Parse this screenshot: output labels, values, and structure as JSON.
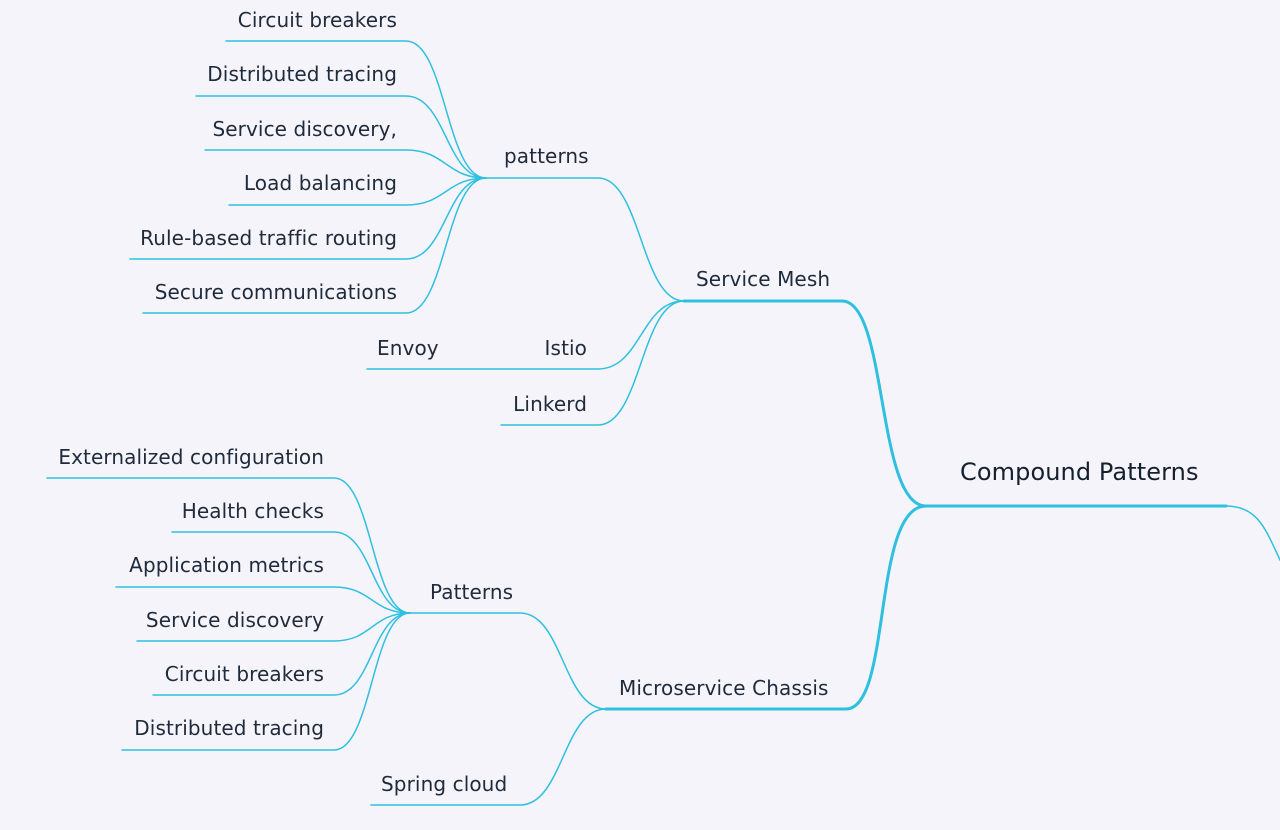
{
  "colors": {
    "line": "#2fc0e0",
    "text": "#1f2a3a",
    "background": "#f4f4fa"
  },
  "mindmap": {
    "root": "Compound Patterns",
    "service_mesh": {
      "label": "Service Mesh",
      "patterns": {
        "label": "patterns",
        "items": [
          "Circuit breakers",
          "Distributed tracing",
          "Service discovery,",
          "Load balancing",
          "Rule-based traffic routing",
          "Secure communications"
        ]
      },
      "istio": {
        "label": "Istio",
        "child": "Envoy"
      },
      "linkerd": "Linkerd"
    },
    "chassis": {
      "label": "Microservice Chassis",
      "patterns": {
        "label": "Patterns",
        "items": [
          "Externalized configuration",
          "Health checks",
          "Application metrics",
          "Service discovery",
          "Circuit breakers",
          "Distributed tracing"
        ]
      },
      "spring": "Spring cloud"
    }
  }
}
